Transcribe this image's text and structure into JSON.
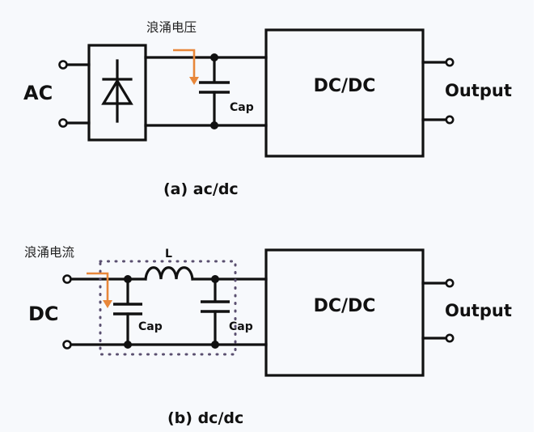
{
  "diagram": {
    "colors": {
      "line": "#111111",
      "surge_arrow": "#e8873a",
      "filter_boundary": "#5a4f70",
      "background": "#f7f9fc"
    },
    "panel_a": {
      "input_label": "AC",
      "rectifier_icon": "diode-icon",
      "surge_label": "浪涌电压",
      "cap_label": "Cap",
      "converter_label": "DC/DC",
      "output_label": "Output",
      "caption": "(a) ac/dc"
    },
    "panel_b": {
      "input_label": "DC",
      "surge_label": "浪涌电流",
      "inductor_label": "L",
      "cap1_label": "Cap",
      "cap2_label": "Cap",
      "converter_label": "DC/DC",
      "output_label": "Output",
      "caption": "(b) dc/dc"
    }
  }
}
